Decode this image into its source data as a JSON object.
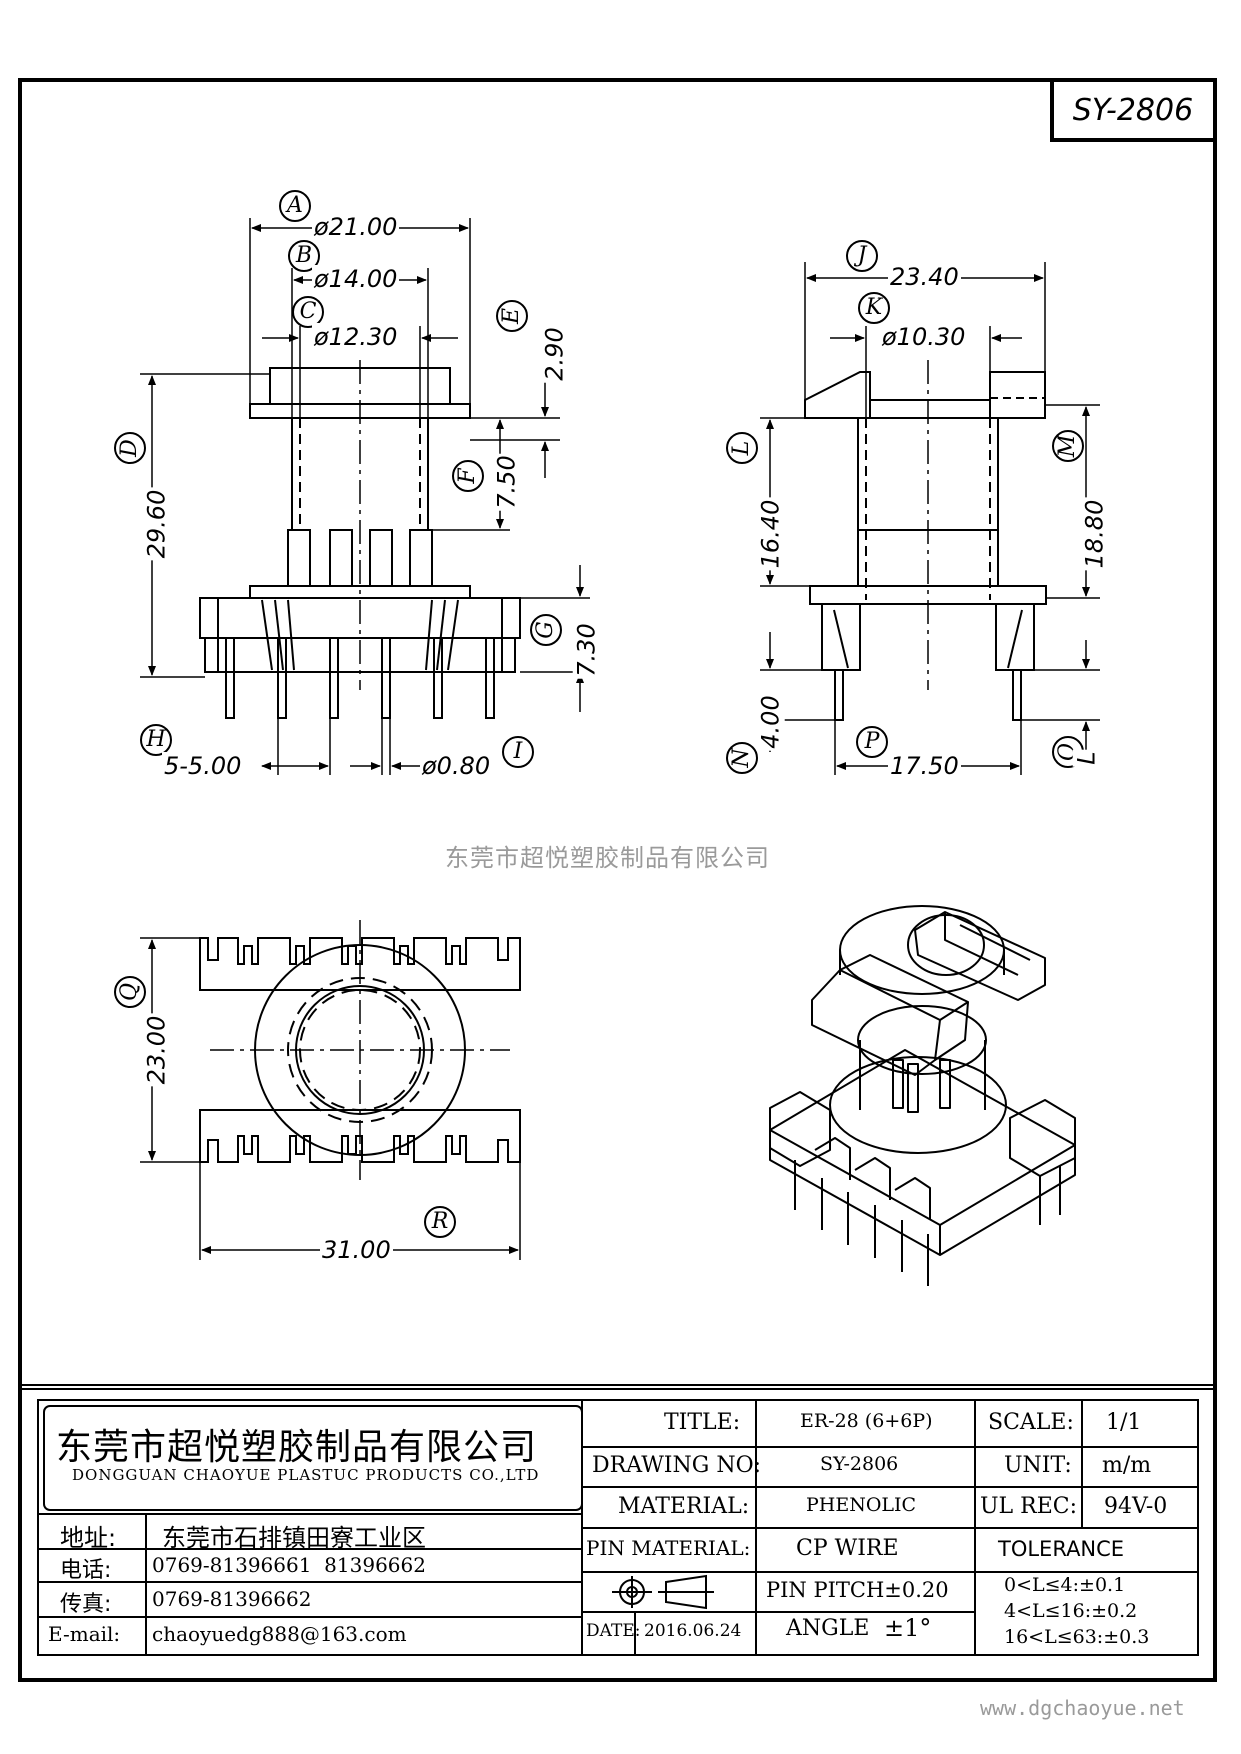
{
  "drawing": {
    "part_no": "SY-2806",
    "watermark": "东莞市超悦塑胶制品有限公司",
    "website": "www.dgchaoyue.net"
  },
  "dimensions": {
    "A": {
      "label": "A",
      "value": "ø21.00"
    },
    "B": {
      "label": "B",
      "value": "ø14.00"
    },
    "C": {
      "label": "C",
      "value": "ø12.30"
    },
    "D": {
      "label": "D",
      "value": "29.60"
    },
    "E": {
      "label": "E",
      "value": "2.90"
    },
    "F": {
      "label": "F",
      "value": "7.50"
    },
    "G": {
      "label": "G",
      "value": "7.30"
    },
    "H": {
      "label": "H",
      "value": "5-5.00"
    },
    "I": {
      "label": "I",
      "value": "ø0.80"
    },
    "J": {
      "label": "J",
      "value": "23.40"
    },
    "K": {
      "label": "K",
      "value": "ø10.30"
    },
    "L": {
      "label": "L",
      "value": "16.40"
    },
    "M": {
      "label": "M",
      "value": "18.80"
    },
    "N": {
      "label": "N",
      "value": "4.00"
    },
    "O": {
      "label": "O",
      "value": "L"
    },
    "P": {
      "label": "P",
      "value": "17.50"
    },
    "Q": {
      "label": "Q",
      "value": "23.00"
    },
    "R": {
      "label": "R",
      "value": "31.00"
    }
  },
  "title_block": {
    "company_cn": "东莞市超悦塑胶制品有限公司",
    "company_en": "DONGGUAN CHAOYUE PLASTUC PRODUCTS CO.,LTD",
    "address_label": "地址:",
    "address_value": "东莞市石排镇田寮工业区",
    "phone_label": "电话:",
    "phone_value": "0769-81396661  81396662",
    "fax_label": "传真:",
    "fax_value": "0769-81396662",
    "email_label": "E-mail:",
    "email_value": "chaoyuedg888@163.com",
    "title_label": "TITLE:",
    "title_value": "ER-28 (6+6P)",
    "drawing_no_label": "DRAWING NO:",
    "drawing_no_value": "SY-2806",
    "material_label": "MATERIAL:",
    "material_value": "PHENOLIC",
    "pin_material_label": "PIN MATERIAL:",
    "pin_material_value": "CP WIRE",
    "pin_pitch": "PIN PITCH±0.20",
    "date_label": "DATE:",
    "date_value": "2016.06.24",
    "angle_label": "ANGLE",
    "angle_value": "±1°",
    "scale_label": "SCALE:",
    "scale_value": "1/1",
    "unit_label": "UNIT:",
    "unit_value": "m/m",
    "ul_label": "UL REC:",
    "ul_value": "94V-0",
    "tolerance_label": "TOLERANCE",
    "tolerance_rows": [
      "0<L≤4:±0.1",
      "4<L≤16:±0.2",
      "16<L≤63:±0.3"
    ]
  }
}
